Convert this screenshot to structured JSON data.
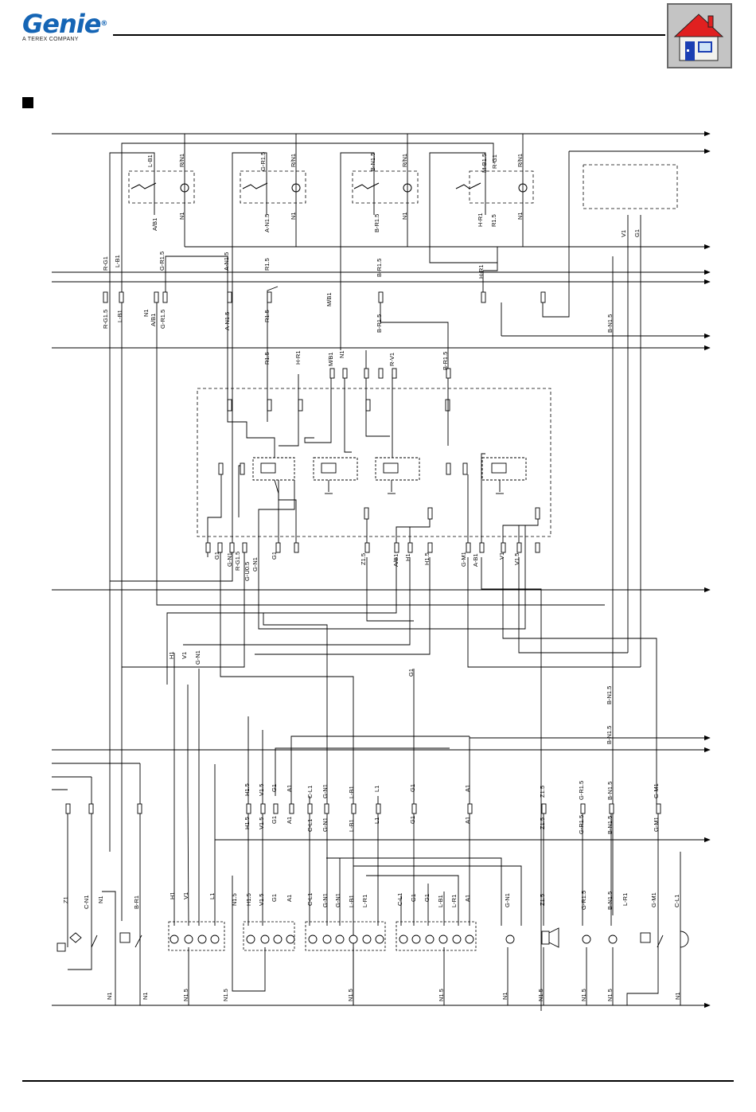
{
  "header": {
    "logo_text": "Genie",
    "logo_subtitle": "A TEREX COMPANY",
    "home_button": "home-icon"
  },
  "diagram": {
    "top_labels": [
      "L-B1",
      "R/N1",
      "G-R1.5",
      "R/N1",
      "B-N1.5",
      "R/N1",
      "M-B1.5",
      "R-G1",
      "R/N1"
    ],
    "upper_labels": [
      "A/B1",
      "N1",
      "A-N1.5",
      "N1",
      "B-R1.5",
      "N1",
      "H-R1",
      "R1.5",
      "N1",
      "V1",
      "G1"
    ],
    "bus_labels": [
      "R-G1",
      "L-B1",
      "G-R1.5",
      "A-N1.5",
      "R1.5",
      "B-R1.5",
      "H-R1",
      "M/B1",
      "R-G1.5",
      "L-B1",
      "N1",
      "A/B1",
      "G-R1.5",
      "A-N1.5",
      "R1.5",
      "B-R1.5",
      "B-N1.5"
    ],
    "relay_in_labels": [
      "R1.5",
      "H-R1",
      "M/B1",
      "N1",
      "R-V1",
      "B-R1.5"
    ],
    "relay_out_labels": [
      "G1",
      "G-N1",
      "R-G1.5",
      "G-N1",
      "G1",
      "Z1.5",
      "A/B1",
      "H1",
      "H1.5",
      "G-M1",
      "A-B1",
      "V1",
      "V1.5"
    ],
    "relay_side_labels": [
      "G-U0.5"
    ],
    "mid_labels": [
      "H1",
      "V1",
      "G-N1",
      "G1",
      "B-N1.5",
      "B-N1.5"
    ],
    "lower_labels": [
      "H1.5",
      "V1.5",
      "G1",
      "A1",
      "C-L1",
      "G-N1",
      "L-B1",
      "L1",
      "G1",
      "A1",
      "Z1.5",
      "G-R1.5",
      "B-N1.5",
      "G-M1"
    ],
    "lower_labels_2": [
      "H1.5",
      "V1.5",
      "G1",
      "A1",
      "C-L1",
      "G-N1",
      "L-B1",
      "L1",
      "G1",
      "A1",
      "Z1.5",
      "G-R1.5",
      "B-N1.5",
      "G-M1"
    ],
    "panel_labels": [
      "Z1",
      "C-N1",
      "N1",
      "B-R1",
      "H1",
      "V1",
      "L1",
      "N1.5",
      "H1.5",
      "V1.5",
      "G1",
      "A1",
      "C-L1",
      "G-N1",
      "G-N1",
      "L-B1",
      "L-R1",
      "C-L1",
      "G1",
      "G1",
      "L-B1",
      "L-R1",
      "A1",
      "G-N1",
      "Z1.5",
      "G-R1.5",
      "B-N1.5",
      "L-R1",
      "G-M1",
      "C-L1"
    ],
    "bottom_labels": [
      "N1",
      "N1",
      "N1.5",
      "N1.5",
      "N1.5",
      "N1.5",
      "N1",
      "N1.5",
      "N1.5",
      "N1.5",
      "N1"
    ]
  }
}
